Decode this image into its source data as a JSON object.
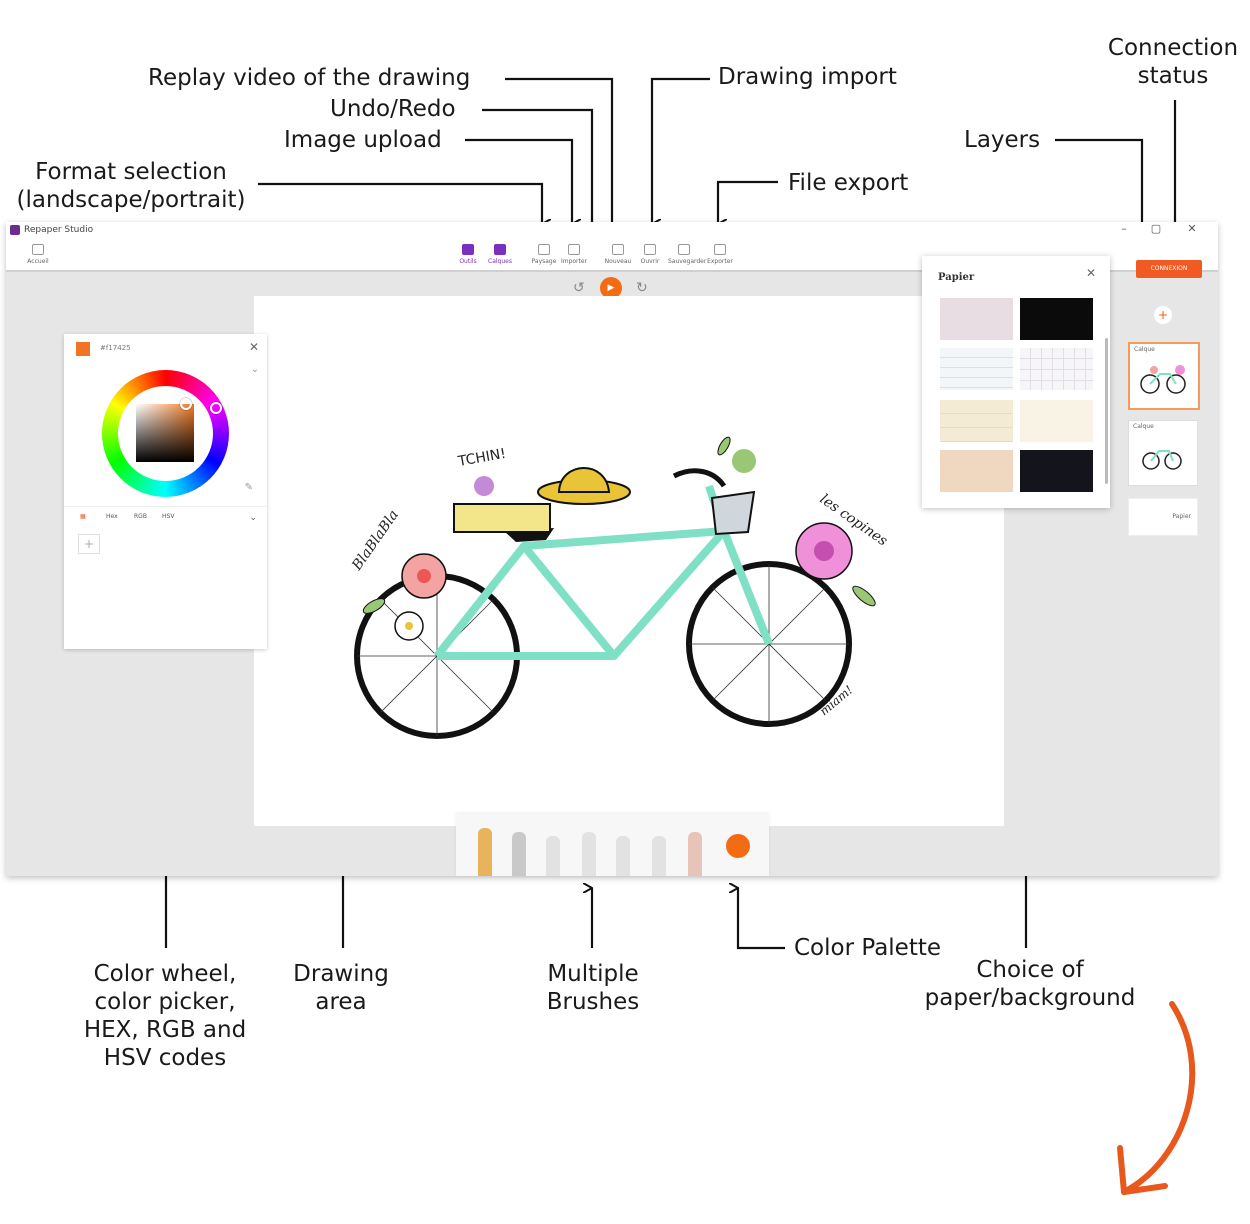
{
  "annotations": {
    "replay_video": "Replay video of the drawing",
    "undo_redo": "Undo/Redo",
    "image_upload": "Image upload",
    "format_selection_line1": "Format selection",
    "format_selection_line2": "(landscape/portrait)",
    "drawing_import": "Drawing import",
    "file_export": "File export",
    "connection_status_line1": "Connection",
    "connection_status_line2": "status",
    "layers": "Layers",
    "color_wheel_lines": [
      "Color wheel,",
      "color picker,",
      "HEX, RGB and",
      "HSV codes"
    ],
    "drawing_area_lines": [
      "Drawing",
      "area"
    ],
    "multiple_brushes_lines": [
      "Multiple",
      "Brushes"
    ],
    "color_palette": "Color Palette",
    "paper_choice_lines": [
      "Choice of",
      "paper/background"
    ]
  },
  "app": {
    "title": "Repaper Studio",
    "ribbon": {
      "accueil": "Accueil",
      "outils": "Outils",
      "calques": "Calques",
      "paysage": "Paysage",
      "importer": "Importer",
      "nouveau": "Nouveau",
      "ouvrir": "Ouvrir",
      "sauvegarder": "Sauvegarder",
      "exporter": "Exporter"
    },
    "connexion_label": "CONNEXION"
  },
  "color_panel": {
    "hex_value": "#f17425",
    "current_color": "#f17425",
    "tabs": [
      "Hex",
      "RGB",
      "HSV"
    ]
  },
  "paper_panel": {
    "title": "Papier",
    "tile_colors": [
      "#e8dde2",
      "#0b0b0c",
      "#f3f6f8",
      "#f6f5f7",
      "#f4ebd5",
      "#f8f3e4",
      "#f0d8c0",
      "#14151c"
    ]
  },
  "layers": {
    "items": [
      "Calque",
      "Calque"
    ],
    "paper_label": "Papier"
  },
  "colors": {
    "accent": "#f15a22",
    "brand": "#7b2fbf",
    "arrow": "#e8571c"
  }
}
